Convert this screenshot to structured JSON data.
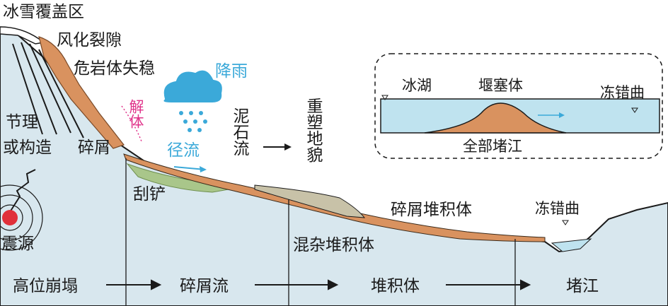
{
  "labels": {
    "ice_cover": "冰雪覆盖区",
    "weathering": "风化裂隙",
    "unstable_rock": "危岩体失稳",
    "rain": "降雨",
    "disintegration": "解体",
    "runoff": "径流",
    "mud_flow": "泥石流",
    "reshape": "重塑地貌",
    "joints_1": "节理",
    "joints_2": "或构造",
    "debris_flow_label": "碎屑",
    "scour": "刮铲",
    "source": "震源",
    "debris_deposit": "碎屑堆积体",
    "mixed_deposit": "混杂堆积体",
    "river_main": "冻错曲"
  },
  "stages": [
    "高位崩塌",
    "碎屑流",
    "堆积体",
    "堵江"
  ],
  "inset": {
    "lake": "冰湖",
    "dam": "堰塞体",
    "river": "冻错曲",
    "blockage": "全部堵江"
  },
  "colors": {
    "sky_ground": "#d8e7ee",
    "rock": "#d9925f",
    "water": "#bfe3ef",
    "scour": "#a9c68a",
    "source": "#e0303a",
    "rain": "#3ba9d9",
    "disintegration": "#e0338a"
  }
}
